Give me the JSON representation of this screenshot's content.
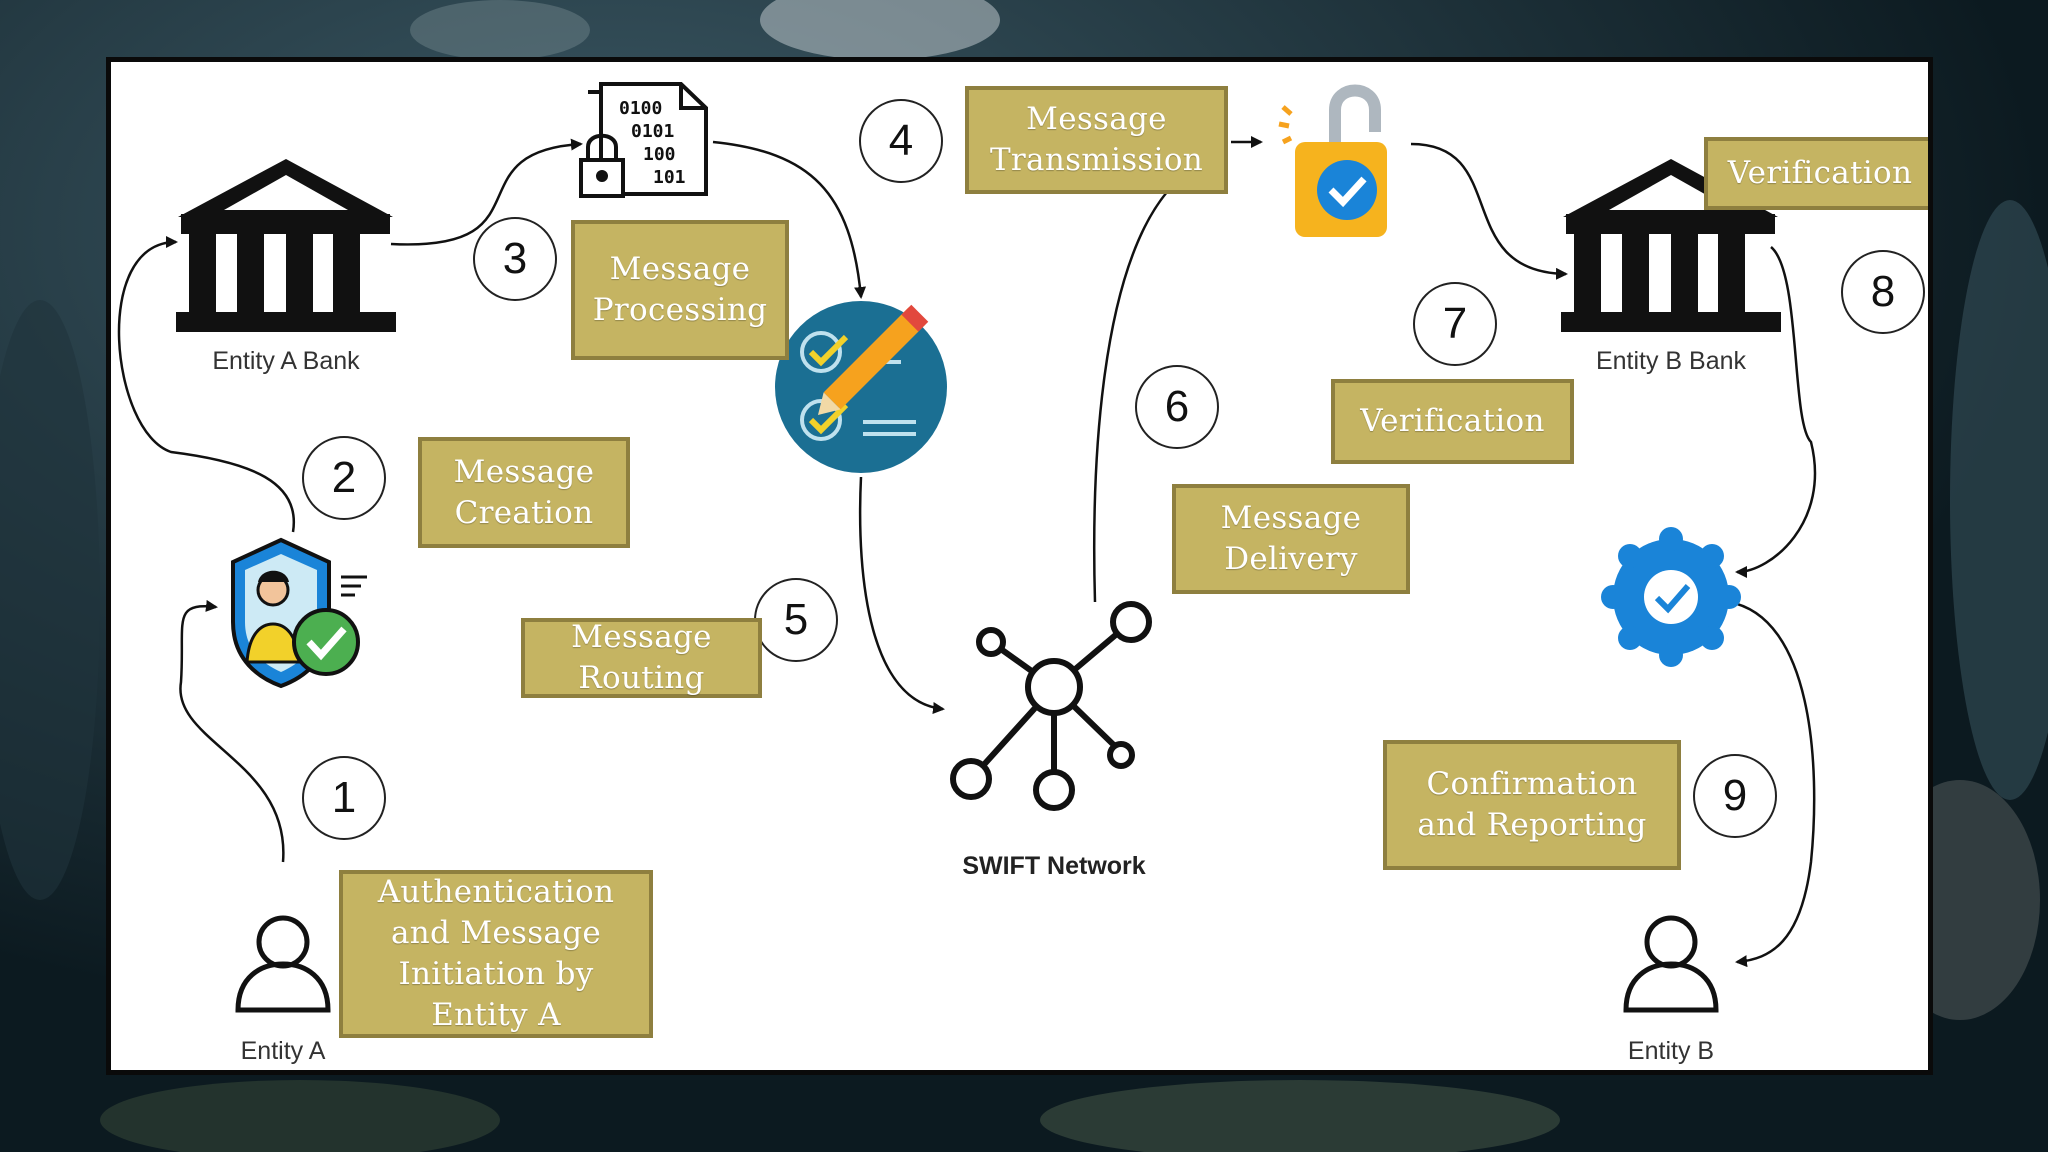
{
  "nodes": {
    "entity_a_bank": "Entity A Bank",
    "entity_b_bank": "Entity B Bank",
    "entity_a": "Entity A",
    "entity_b": "Entity B",
    "swift_network": "SWIFT Network"
  },
  "steps": [
    {
      "number": "1",
      "label": "Authentication and Message Initiation by Entity A"
    },
    {
      "number": "2",
      "label": "Message Creation"
    },
    {
      "number": "3",
      "label": "Message Processing"
    },
    {
      "number": "4",
      "label": "Message Transmission"
    },
    {
      "number": "5",
      "label": "Message Routing"
    },
    {
      "number": "6",
      "label": "Message Delivery"
    },
    {
      "number": "7",
      "label": "Verification"
    },
    {
      "number": "8",
      "label": "Verification"
    },
    {
      "number": "9",
      "label": "Confirmation and Reporting"
    }
  ],
  "icons": {
    "bank_a": "bank-icon",
    "bank_b": "bank-icon",
    "user_a": "user-outline-icon",
    "user_b": "user-outline-icon",
    "verified_user": "verified-user-shield-icon",
    "encrypted_doc": "encrypted-document-icon",
    "checklist": "checklist-icon",
    "padlock": "unlocked-padlock-check-icon",
    "network": "network-hub-icon",
    "verified_badge": "verified-badge-icon"
  },
  "colors": {
    "label_fill": "#c5b462",
    "label_border": "#8e7f3f",
    "label_text": "#ffffff",
    "card": "#ffffff",
    "accent_blue": "#1a84d8",
    "checklist_teal": "#1b6f93"
  }
}
